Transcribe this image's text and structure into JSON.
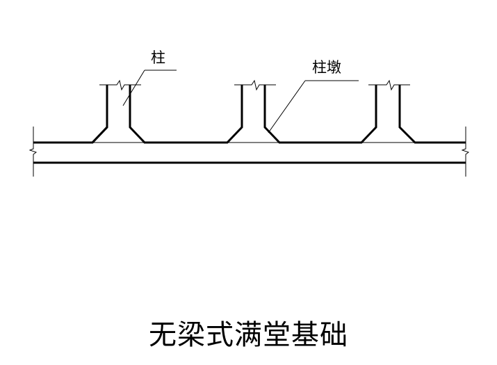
{
  "diagram": {
    "labels": {
      "column": "柱",
      "column_pier": "柱墩"
    },
    "caption": "无梁式满堂基础",
    "colors": {
      "line": "#000000",
      "background": "#ffffff"
    }
  }
}
